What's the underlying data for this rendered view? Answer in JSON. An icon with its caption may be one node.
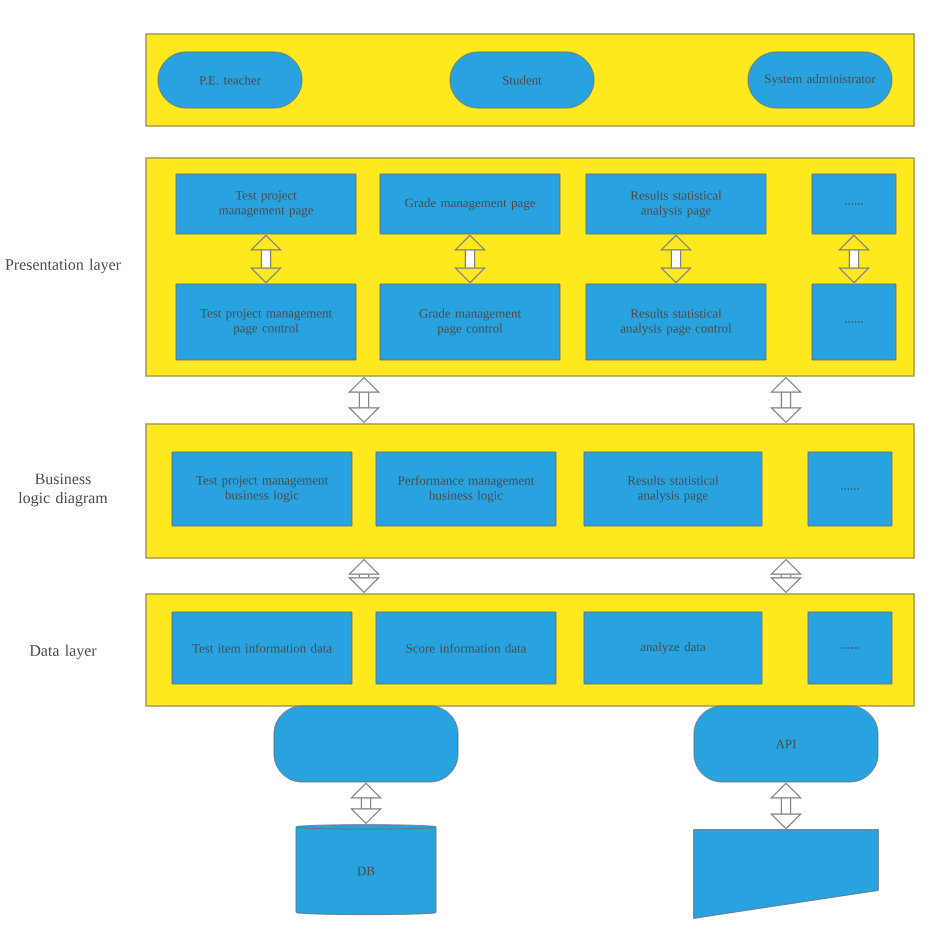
{
  "diagram": {
    "nodes": [
      {
        "text": [],
        "shape": "box"
      },
      {
        "text": [
          "P.E. teacher"
        ],
        "in": 0
      },
      {
        "text": [
          "Student"
        ],
        "in": 0
      },
      {
        "text": [
          "System administrator"
        ],
        "in": 0
      },
      {
        "text": [
          "Presentation layer"
        ]
      },
      {
        "text": [
          "Test project management page"
        ],
        "in": 4
      },
      {
        "text": [
          "Grade management page"
        ],
        "in": 4
      },
      {
        "text": [
          "Results statistical analysis page"
        ],
        "in": 4
      },
      {
        "text": [
          "......"
        ],
        "in": 4
      },
      {
        "text": [
          "Test project management page control"
        ],
        "in": 4
      },
      {
        "text": [
          "Grade management page control"
        ],
        "in": 4
      },
      {
        "text": [
          "Results statistical analysis page control"
        ],
        "in": 4
      },
      {
        "text": [
          "......"
        ],
        "in": 4
      },
      {
        "text": [
          "Business logic diagram"
        ]
      },
      {
        "text": [
          "Test project management business logic"
        ],
        "in": 13
      },
      {
        "text": [
          "Performance management business logic"
        ],
        "in": 13
      },
      {
        "text": [
          "Results statistical analysis page"
        ],
        "in": 13
      },
      {
        "text": [
          "......"
        ],
        "in": 13
      },
      {
        "text": [
          "Data layer"
        ]
      },
      {
        "text": [
          "Test item information data"
        ],
        "in": 18
      },
      {
        "text": [
          "Score information data"
        ],
        "in": 18
      },
      {
        "text": [
          "analyze data"
        ],
        "in": 18
      },
      {
        "text": [
          "......"
        ],
        "in": 18
      },
      {
        "text": [],
        "shape": "stadium"
      },
      {
        "text": [
          "API"
        ]
      },
      {
        "text": [
          "DB"
        ]
      },
      {
        "text": [],
        "shape": "box"
      }
    ],
    "edges": [
      {
        "from": 5,
        "to": 9,
        "arrow": "both"
      },
      {
        "from": 6,
        "to": 10,
        "arrow": "both"
      },
      {
        "from": 7,
        "to": 11,
        "arrow": "both"
      },
      {
        "from": 8,
        "to": 12,
        "arrow": "both"
      },
      {
        "from": 4,
        "to": 13,
        "arrow": "both"
      },
      {
        "from": 4,
        "to": 13,
        "arrow": "both"
      },
      {
        "from": 13,
        "to": 18,
        "arrow": "both"
      },
      {
        "from": 13,
        "to": 18,
        "arrow": "both"
      },
      {
        "from": 23,
        "to": 25,
        "arrow": "both"
      },
      {
        "from": 24,
        "to": 26,
        "arrow": "both"
      }
    ]
  }
}
